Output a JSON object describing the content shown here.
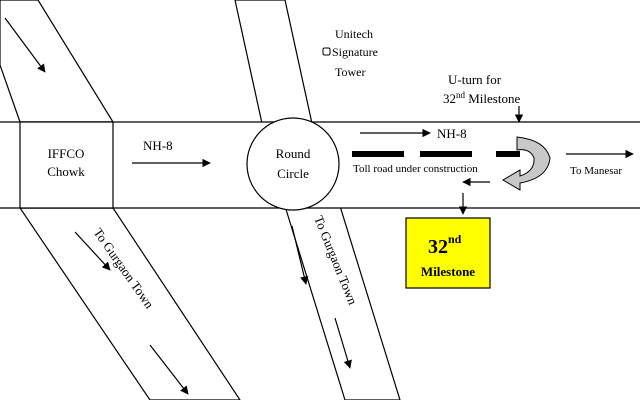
{
  "labels": {
    "iffco_line1": "IFFCO",
    "iffco_line2": "Chowk",
    "nh8_left": "NH-8",
    "round_line1": "Round",
    "round_line2": "Circle",
    "unitech_line1": "Unitech",
    "unitech_line2": "Signature",
    "unitech_line3": "Tower",
    "uturn_line1": "U-turn for",
    "uturn_line2_num": "32",
    "uturn_line2_sup": "nd",
    "uturn_line2_rest": " Milestone",
    "nh8_right": "NH-8",
    "toll_road": "Toll road under construction",
    "to_manesar": "To Manesar",
    "to_gurgaon_left": "To Gurgaon Town",
    "to_gurgaon_mid": "To Gurgaon Town",
    "milestone_num": "32",
    "milestone_sup": "nd",
    "milestone_word": "Milestone"
  },
  "colors": {
    "milestone_fill": "#ffff00",
    "uturn_arrow_fill": "#c8c8c8",
    "road_line": "#000000"
  }
}
